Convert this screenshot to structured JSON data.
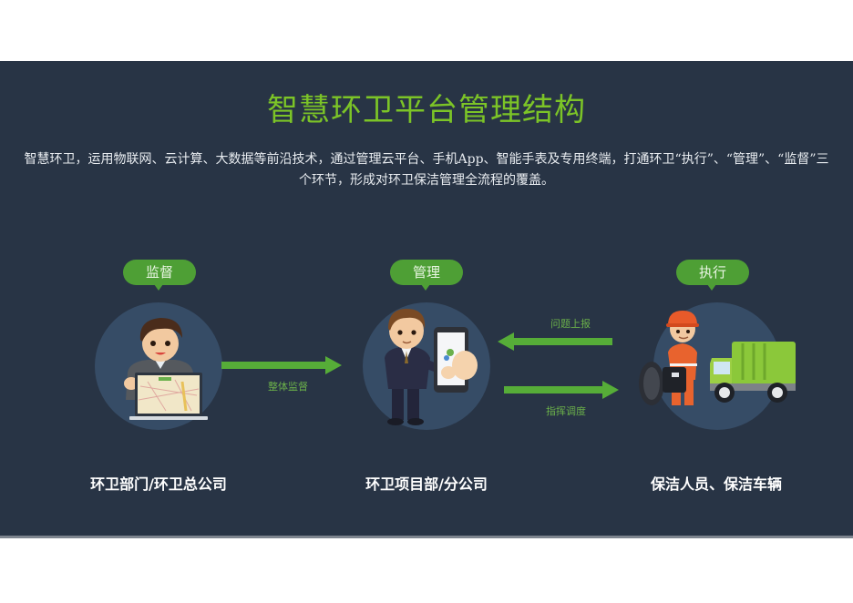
{
  "header": {
    "title": "智慧环卫平台管理结构",
    "description": "智慧环卫，运用物联网、云计算、大数据等前沿技术，通过管理云平台、手机App、智能手表及专用终端，打通环卫“执行”、“管理”、“监督”三个环节，形成对环卫保洁管理全流程的覆盖。"
  },
  "colors": {
    "background": "#283445",
    "title_green": "#7cc427",
    "bubble_green": "#4e9f35",
    "arrow_green": "#56ad38",
    "circle": "#364c66"
  },
  "nodes": [
    {
      "bubble": "监督",
      "icon": "supervisor-with-laptop-map",
      "label": "环卫部门/环卫总公司"
    },
    {
      "bubble": "管理",
      "icon": "manager-with-smartphone",
      "label": "环卫项目部/分公司"
    },
    {
      "bubble": "执行",
      "icon": "worker-with-smartwatch-and-garbage-truck",
      "label": "保洁人员、保洁车辆"
    }
  ],
  "arrows": [
    {
      "direction": "right",
      "from": "监督",
      "to": "管理",
      "label": "整体监督"
    },
    {
      "direction": "left",
      "from": "执行",
      "to": "管理",
      "label": "问题上报"
    },
    {
      "direction": "right",
      "from": "管理",
      "to": "执行",
      "label": "指挥调度"
    }
  ]
}
